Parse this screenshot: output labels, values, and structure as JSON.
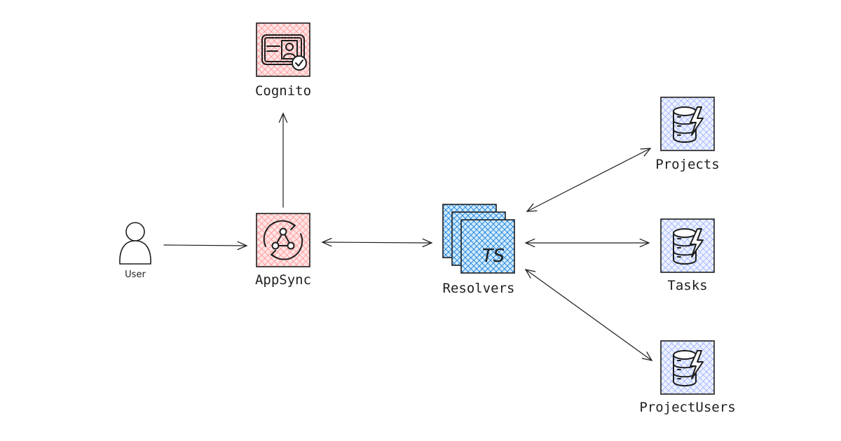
{
  "nodes": {
    "user": {
      "label": "User"
    },
    "appsync": {
      "label": "AppSync"
    },
    "cognito": {
      "label": "Cognito"
    },
    "resolvers": {
      "label": "Resolvers",
      "badge": "TS"
    },
    "projects": {
      "label": "Projects"
    },
    "tasks": {
      "label": "Tasks"
    },
    "project_users": {
      "label": "ProjectUsers"
    }
  },
  "edges": [
    {
      "from": "user",
      "to": "appsync",
      "direction": "one-way"
    },
    {
      "from": "appsync",
      "to": "cognito",
      "direction": "one-way"
    },
    {
      "from": "appsync",
      "to": "resolvers",
      "direction": "two-way"
    },
    {
      "from": "resolvers",
      "to": "projects",
      "direction": "two-way"
    },
    {
      "from": "resolvers",
      "to": "tasks",
      "direction": "two-way"
    },
    {
      "from": "resolvers",
      "to": "project_users",
      "direction": "two-way"
    }
  ],
  "colors": {
    "aws_red": "#e03131",
    "aws_red_fill": "#ffc9c9",
    "ts_blue": "#1971c2",
    "ts_blue_fill": "#a5d8ff",
    "dynamo_blue": "#4263eb",
    "dynamo_fill": "#bac8ff",
    "stroke": "#1e1e1e"
  },
  "icons": {
    "cognito": "id-card-check-icon",
    "appsync": "graph-sync-icon",
    "resolvers": "typescript-files-icon",
    "database": "database-lightning-icon",
    "user": "person-icon"
  }
}
